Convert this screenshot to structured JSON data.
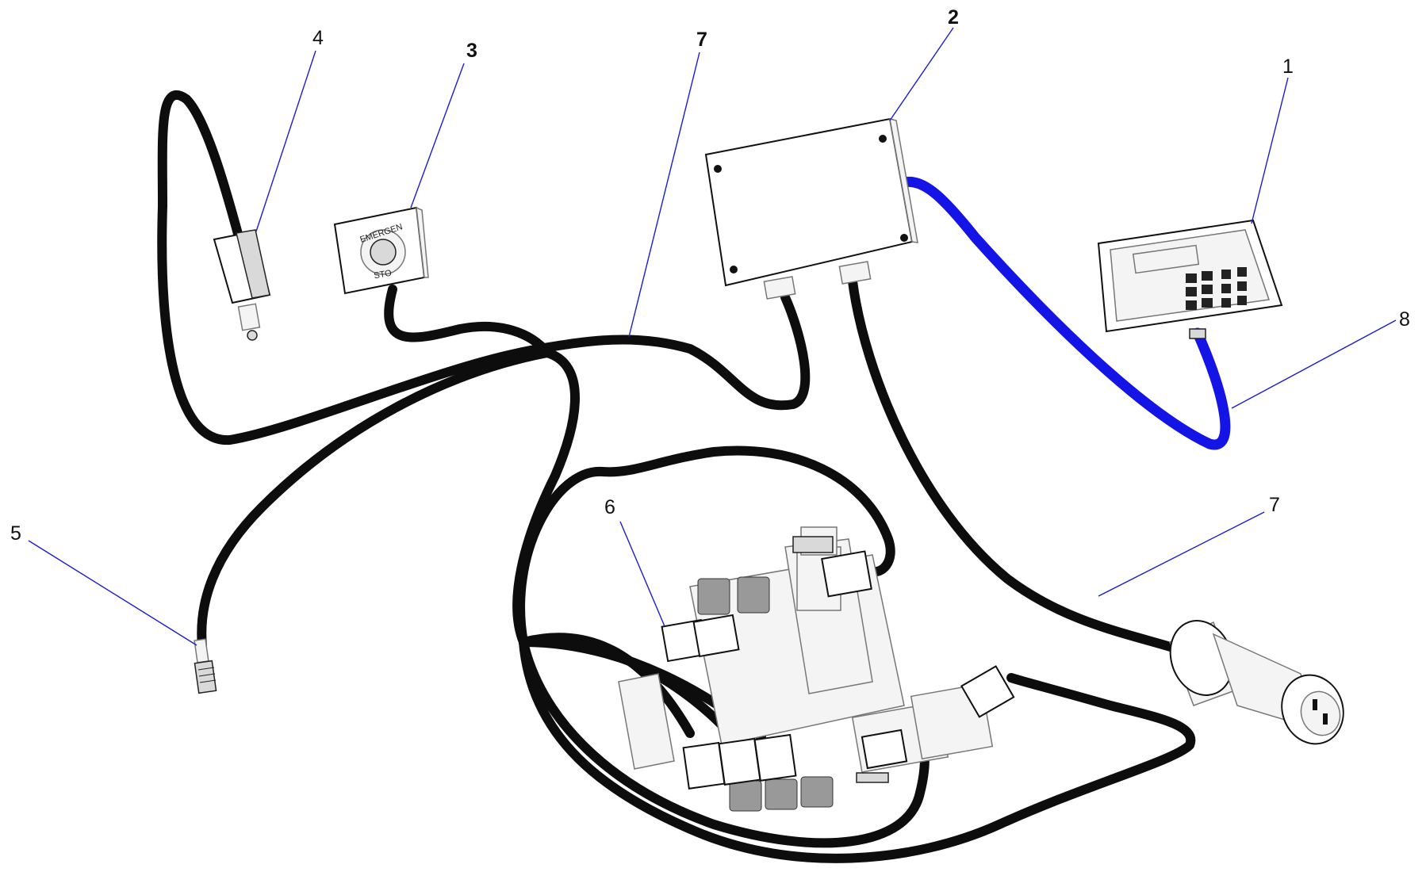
{
  "callouts": [
    {
      "id": "1",
      "label": "1",
      "bold": false
    },
    {
      "id": "2",
      "label": "2",
      "bold": true
    },
    {
      "id": "3",
      "label": "3",
      "bold": true
    },
    {
      "id": "4",
      "label": "4",
      "bold": false
    },
    {
      "id": "5",
      "label": "5",
      "bold": false
    },
    {
      "id": "6",
      "label": "6",
      "bold": false
    },
    {
      "id": "7a",
      "label": "7",
      "bold": true
    },
    {
      "id": "7b",
      "label": "7",
      "bold": false
    },
    {
      "id": "8",
      "label": "8",
      "bold": false
    }
  ],
  "emergency_stop": {
    "text_top": "EMERGEN",
    "text_bottom": "STO"
  },
  "colors": {
    "leader_line": "#1c1cd6",
    "cable": "#0d0d0d",
    "remote_cable": "#1414e6"
  }
}
